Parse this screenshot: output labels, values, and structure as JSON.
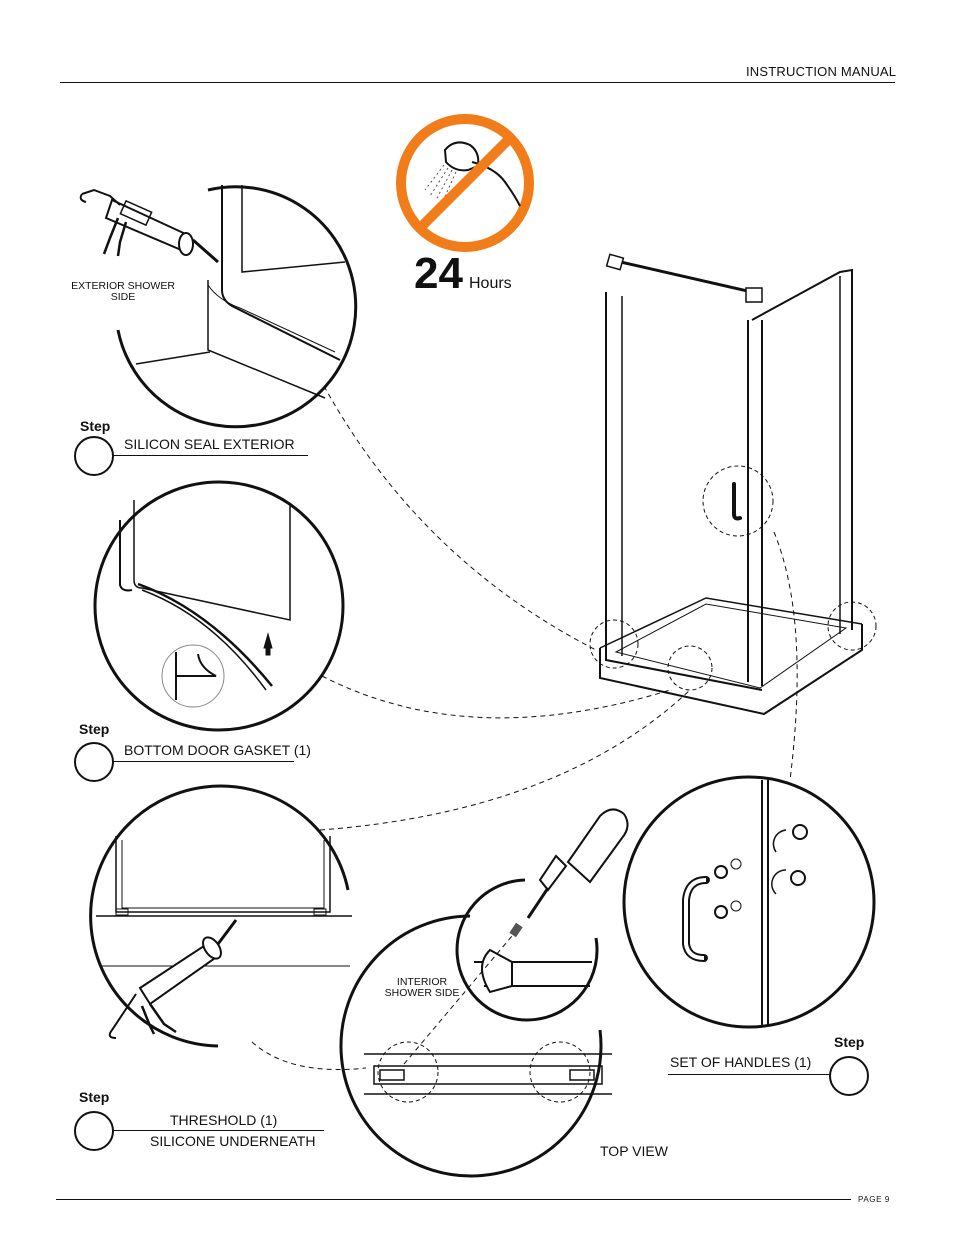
{
  "header": {
    "title": "INSTRUCTION MANUAL"
  },
  "footer": {
    "page": "PAGE 9"
  },
  "notice": {
    "hours_value": "24",
    "hours_label": "Hours",
    "icon": "no-shower-icon"
  },
  "steps": [
    {
      "word": "Step",
      "title": "SILICON SEAL EXTERIOR",
      "note": "EXTERIOR SHOWER SIDE"
    },
    {
      "word": "Step",
      "title": "BOTTOM DOOR GASKET",
      "qty": "(1)"
    },
    {
      "word": "Step",
      "title": "THRESHOLD (1)",
      "subtitle": "SILICONE UNDERNEATH"
    },
    {
      "word": "Step",
      "title": "SET OF HANDLES (1)"
    }
  ],
  "labels": {
    "interior": "INTERIOR SHOWER SIDE",
    "top_view": "TOP VIEW"
  },
  "colors": {
    "warning": "#f07c1a",
    "ink": "#111111"
  }
}
